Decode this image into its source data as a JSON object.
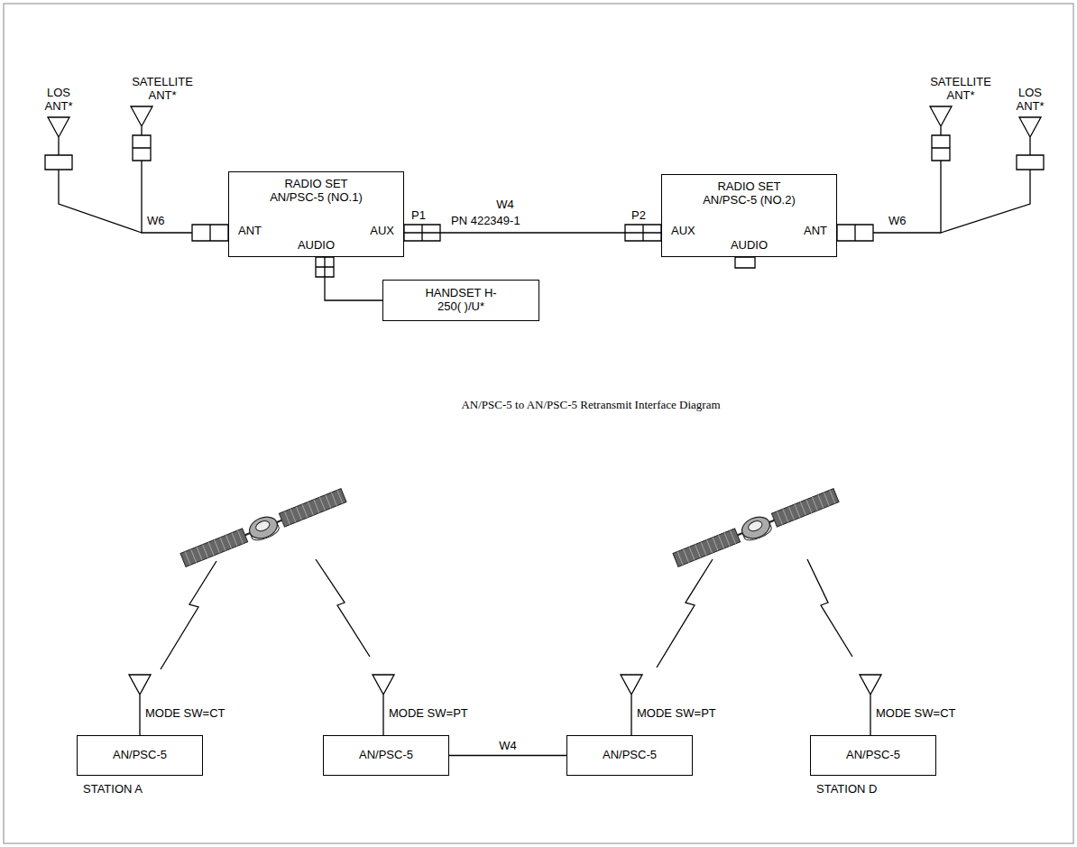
{
  "diagram": {
    "caption": "AN/PSC-5 to AN/PSC-5 Retransmit Interface Diagram",
    "nodes": [
      {
        "text": [
          "RADIO SET AN/PSC-5 (NO.1)",
          "ANT",
          "AUDIO",
          "AUX"
        ]
      },
      {
        "text": [
          "RADIO SET AN/PSC-5 (NO.2)",
          "AUX",
          "AUDIO",
          "ANT"
        ]
      },
      {
        "text": [
          "HANDSET H-250( )/U*"
        ]
      },
      {
        "text": [
          "AN/PSC-5"
        ]
      },
      {
        "text": [
          "AN/PSC-5"
        ]
      },
      {
        "text": [
          "AN/PSC-5"
        ]
      },
      {
        "text": [
          "AN/PSC-5"
        ]
      }
    ],
    "edges": [
      {
        "from": 0,
        "to": 1,
        "arrow": "none"
      },
      {
        "from": 0,
        "to": 2,
        "arrow": "none"
      },
      {
        "from": 4,
        "to": 5,
        "arrow": "none",
        "label": "W4"
      }
    ],
    "labels": [
      "LOS ANT*",
      "SATELLITE ANT*",
      "W6",
      "P1",
      "W4",
      "PN 422349-1",
      "P2",
      "W6",
      "SATELLITE ANT*",
      "LOS ANT*",
      "MODE SW=CT",
      "MODE SW=PT",
      "MODE SW=PT",
      "MODE SW=CT",
      "STATION A",
      "STATION D"
    ]
  }
}
